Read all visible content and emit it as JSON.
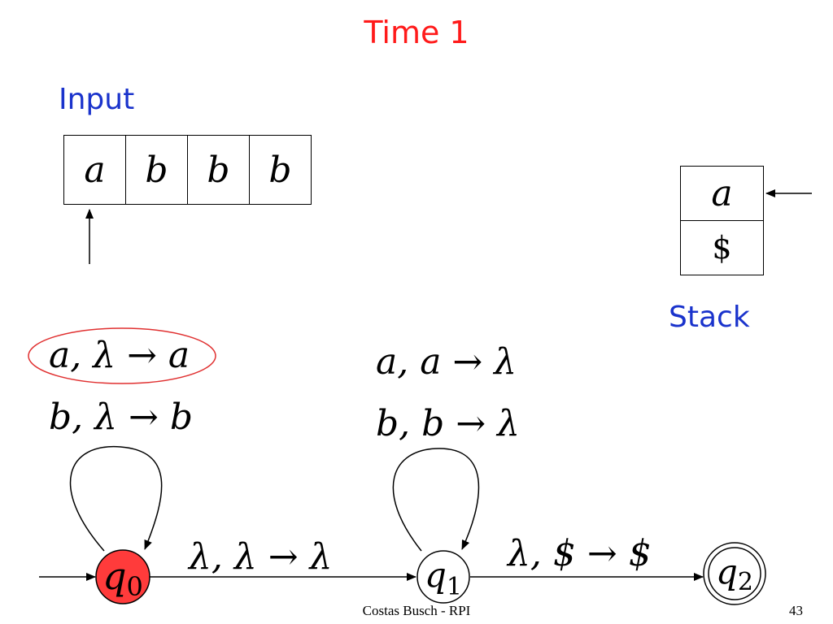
{
  "title": "Time 1",
  "colors": {
    "title": "#ff1a1a",
    "label": "#1a33cc",
    "highlight": "#ff3b3b",
    "ink": "#000000"
  },
  "input": {
    "label": "Input",
    "cells": [
      "a",
      "b",
      "b",
      "b"
    ]
  },
  "stack": {
    "label": "Stack",
    "cells": [
      "a",
      "$"
    ]
  },
  "transitions": {
    "q0_loop_1": "a, λ → a",
    "q0_loop_2": "b, λ → b",
    "q1_loop_1": "a, a → λ",
    "q1_loop_2": "b, b → λ",
    "q0_to_q1": "λ, λ → λ",
    "q1_to_q2": "λ, $ → $"
  },
  "states": {
    "q0": {
      "name": "q",
      "sub": "0"
    },
    "q1": {
      "name": "q",
      "sub": "1"
    },
    "q2": {
      "name": "q",
      "sub": "2"
    }
  },
  "footer": {
    "author": "Costas Busch - RPI",
    "page": "43"
  }
}
